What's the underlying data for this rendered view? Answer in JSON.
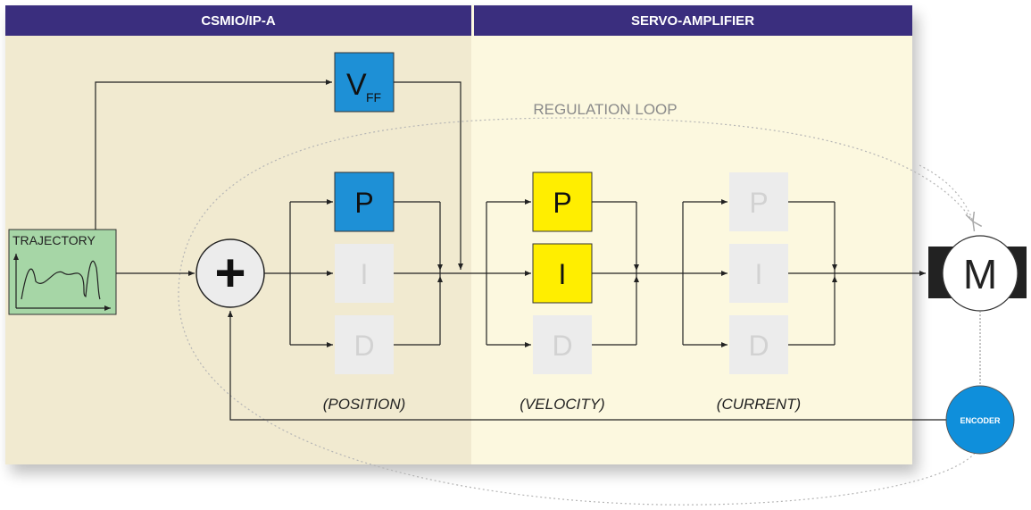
{
  "sections": {
    "left_header": "CSMIO/IP-A",
    "right_header": "SERVO-AMPLIFIER"
  },
  "loop_label": "REGULATION LOOP",
  "feedforward": {
    "base": "V",
    "sub": "FF"
  },
  "trajectory_label": "TRAJECTORY",
  "summing_symbol": "+",
  "pid_groups": [
    {
      "caption": "(POSITION)",
      "terms": [
        "P",
        "I",
        "D"
      ],
      "active": [
        true,
        false,
        false
      ]
    },
    {
      "caption": "(VELOCITY)",
      "terms": [
        "P",
        "I",
        "D"
      ],
      "active": [
        true,
        true,
        false
      ]
    },
    {
      "caption": "(CURRENT)",
      "terms": [
        "P",
        "I",
        "D"
      ],
      "active": [
        false,
        false,
        false
      ]
    }
  ],
  "motor_label": "M",
  "encoder_label": "ENCODER",
  "colors": {
    "header_bg": "#3a2e7e",
    "left_panel": "#f1ead0",
    "right_panel": "#fcf8df",
    "active_blue": "#1e90d6",
    "active_yellow": "#ffee00",
    "inactive": "#ececec",
    "trajectory_bg": "#a6d6a6",
    "encoder": "#0f8fdb"
  }
}
